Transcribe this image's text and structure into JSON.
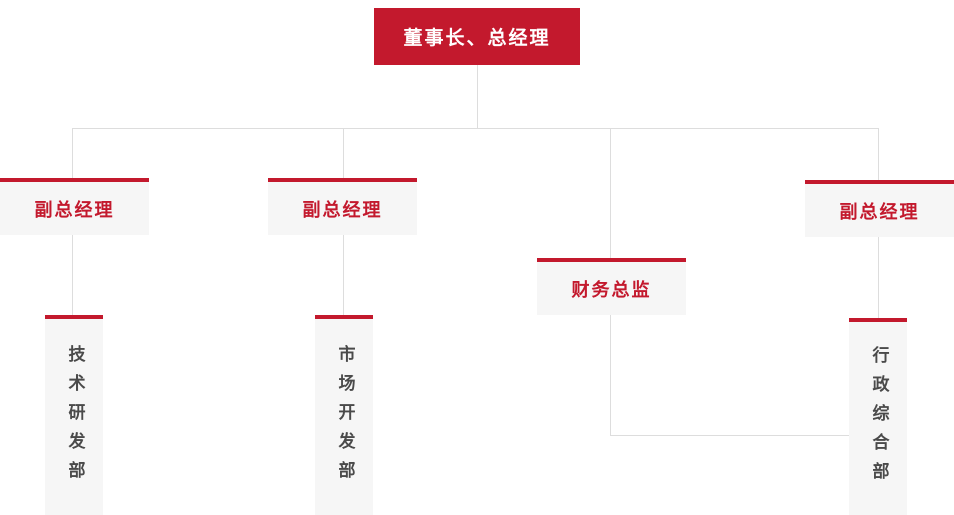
{
  "chart": {
    "root": {
      "label": "董事长、总经理"
    },
    "level2": [
      {
        "label": "副总经理"
      },
      {
        "label": "副总经理"
      },
      {
        "label": "财务总监"
      },
      {
        "label": "副总经理"
      }
    ],
    "departments": [
      {
        "label": "技术研发部"
      },
      {
        "label": "市场开发部"
      },
      {
        "label": "行政综合部"
      }
    ]
  },
  "colors": {
    "accent": "#c3192d",
    "box_bg": "#f6f6f6",
    "line": "#dddddd",
    "dept_text": "#4a4a4a"
  }
}
